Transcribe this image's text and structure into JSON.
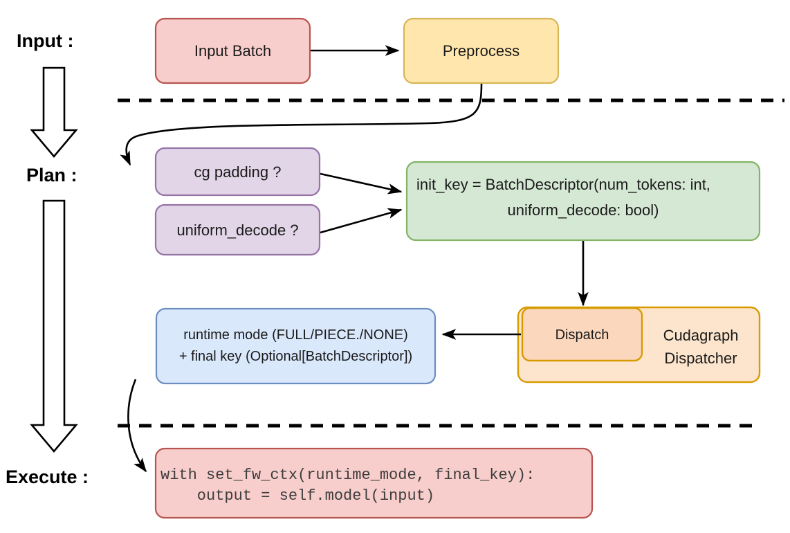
{
  "title": "vLLM cudagraph dispatch flow diagram",
  "stages": [
    {
      "id": "input",
      "label": "Input :"
    },
    {
      "id": "plan",
      "label": "Plan :"
    },
    {
      "id": "execute",
      "label": "Execute :"
    }
  ],
  "nodes": {
    "input_batch": {
      "label": "Input Batch",
      "fill": "#f8cecc",
      "stroke": "#b85450"
    },
    "preprocess": {
      "label": "Preprocess",
      "fill": "#ffe6ad",
      "stroke": "#d6b656"
    },
    "cg_padding": {
      "label": "cg padding ?",
      "fill": "#e1d5e7",
      "stroke": "#9673a6"
    },
    "uniform_decode": {
      "label": "uniform_decode ?",
      "fill": "#e1d5e7",
      "stroke": "#9673a6"
    },
    "init_key": {
      "line1": "init_key = BatchDescriptor(num_tokens: int,",
      "line2": "uniform_decode: bool)",
      "fill": "#d5e8d4",
      "stroke": "#82b366"
    },
    "runtime_mode": {
      "line1": "runtime mode (FULL/PIECE./NONE)",
      "line2": "+ final key (Optional[BatchDescriptor])",
      "fill": "#dae8fc",
      "stroke": "#6c8ebf"
    },
    "cudagraph_dispatcher": {
      "label_line1": "Cudagraph",
      "label_line2": "Dispatcher",
      "fill": "#fde5cd",
      "stroke": "#d79b00"
    },
    "dispatch": {
      "label": "Dispatch",
      "fill": "#fad7bd",
      "stroke": "#d79b00"
    },
    "execute_code": {
      "line1": "with set_fw_ctx(runtime_mode, final_key):",
      "line2": "    output = self.model(input)",
      "fill": "#f8cecc",
      "stroke": "#b85450"
    }
  },
  "colors": {
    "edge": "#000000",
    "divider": "#000000",
    "background": "#ffffff",
    "code_text": "#3d3d3d"
  }
}
